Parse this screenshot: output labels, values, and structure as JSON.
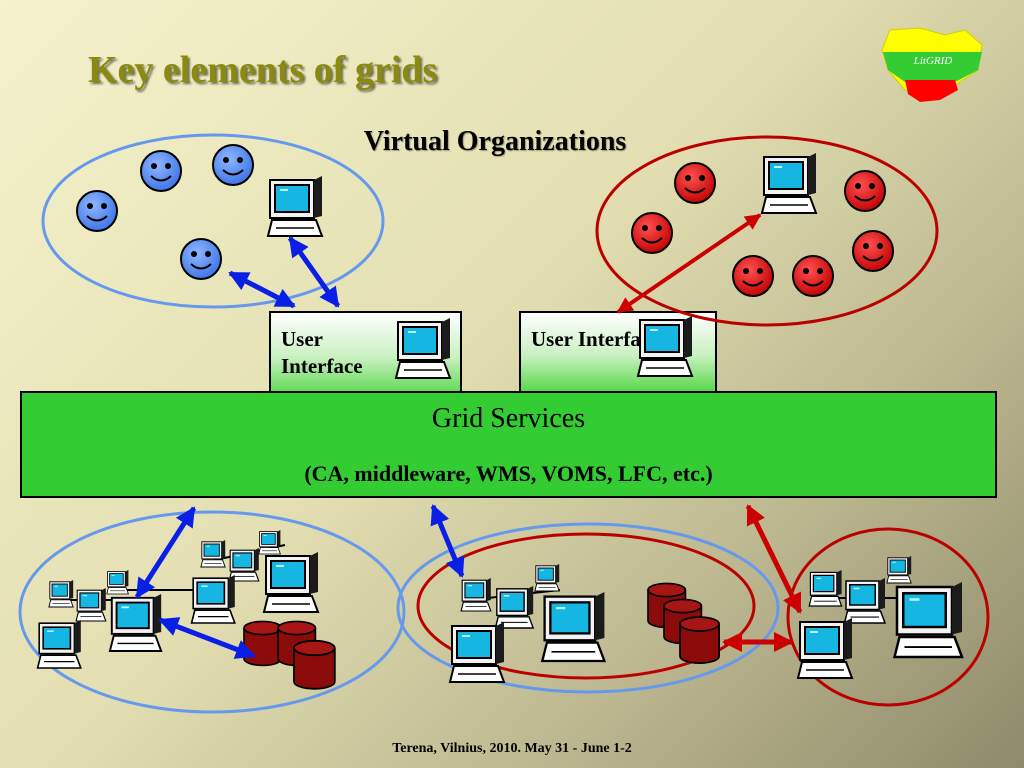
{
  "slide": {
    "title": "Key elements of grids",
    "subtitle": "Virtual Organizations",
    "footer": "Terena, Vilnius, 2010. May 31 - June 1-2"
  },
  "logo": {
    "text": "LitGRID",
    "colors": [
      "#ffff00",
      "#33cc33",
      "#ff0000"
    ]
  },
  "user_interfaces": [
    {
      "label_line1": "User",
      "label_line2": "Interface"
    },
    {
      "label": "User Interface"
    }
  ],
  "grid_services": {
    "title": "Grid Services",
    "subtitle": "(CA, middleware, WMS, VOMS, LFC, etc.)"
  },
  "colors": {
    "vo_blue": "#6699ee",
    "vo_red": "#bb0000",
    "smiley_blue": "#4d88f0",
    "smiley_red": "#dd1111",
    "arrow_blue": "#0a1fe6",
    "arrow_red": "#cc0000",
    "grid_green": "#33cc33",
    "database": "#8b0a0a"
  },
  "icons": [
    "smiley-icon",
    "computer-icon",
    "database-icon",
    "double-arrow-icon"
  ]
}
